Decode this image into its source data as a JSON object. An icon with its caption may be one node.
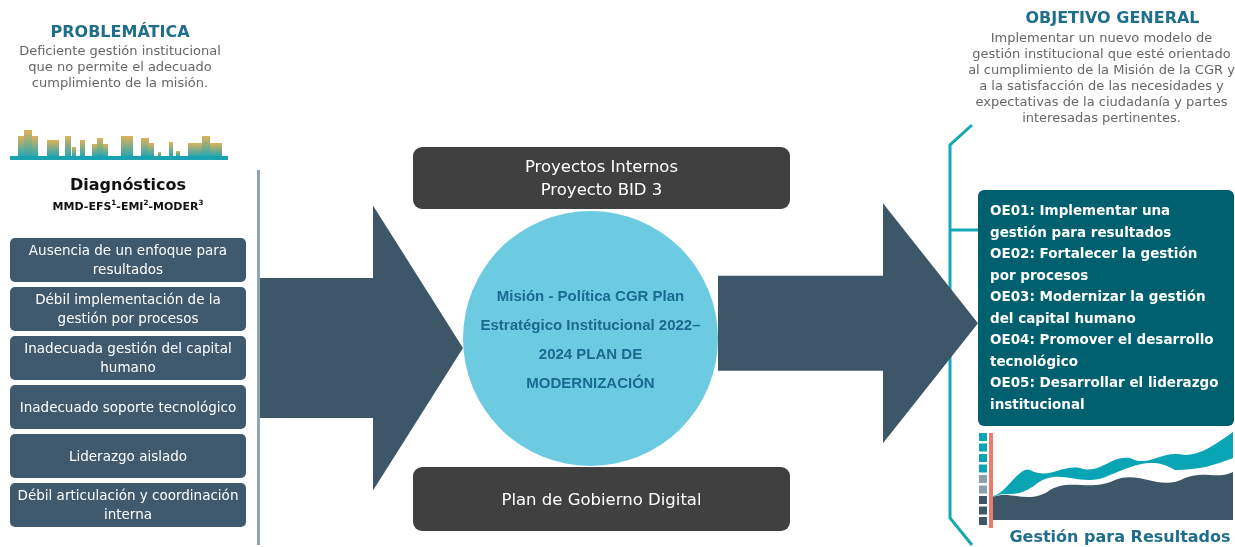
{
  "diagram": {
    "nodes": [
      {
        "text": [
          "Diagnósticos",
          "MMD-EFS$^{1}$-EMI$^{2}$-MODER$^{3}$"
        ]
      },
      {
        "text": [
          "Ausencia de un enfoque para resultados"
        ],
        "in": 0
      },
      {
        "text": [
          "Débil implementación de la gestión por procesos"
        ],
        "in": 0
      },
      {
        "text": [
          "Inadecuada gestión del capital humano"
        ],
        "in": 0
      },
      {
        "text": [
          "Inadecuado soporte tecnológico"
        ],
        "in": 0
      },
      {
        "text": [
          "Liderazgo aislado"
        ],
        "in": 0
      },
      {
        "text": [
          "Débil articulación y coordinación interna"
        ],
        "in": 0
      },
      {
        "text": [
          "Proyectos Internos Proyecto BID 3"
        ]
      },
      {
        "text": [
          "Misión - Política CGR Plan Estratégico Institucional 2022–2024 PLAN DE MODERNIZACIÓN"
        ]
      },
      {
        "text": [
          "Plan de Gobierno Digital"
        ]
      },
      {
        "text": [
          "OE01: Implementar una gestión para resultados",
          "OE02: Fortalecer la gestión por procesos",
          "OE03: Modernizar la gestión del capital humano",
          "OE04: Promover el desarrollo tecnológico",
          "OE05: Desarrollar el liderazgo institucional"
        ]
      }
    ],
    "edges": [
      {
        "from": 0,
        "to": 8,
        "arrow": "to"
      },
      {
        "from": 8,
        "to": 10,
        "arrow": "to"
      }
    ],
    "labels": [
      "PROBLEMÁTICA",
      "Deficiente gestión institucional que no permite el adecuado cumplimiento de la misión.",
      "OBJETIVO GENERAL",
      "Implementar un nuevo modelo de gestión institucional que esté orientado al cumplimiento de la Misión de la CGR y a la satisfacción de las necesidades y expectativas de la ciudadanía y partes interesadas pertinentes.",
      "Gestión para Resultados"
    ]
  }
}
